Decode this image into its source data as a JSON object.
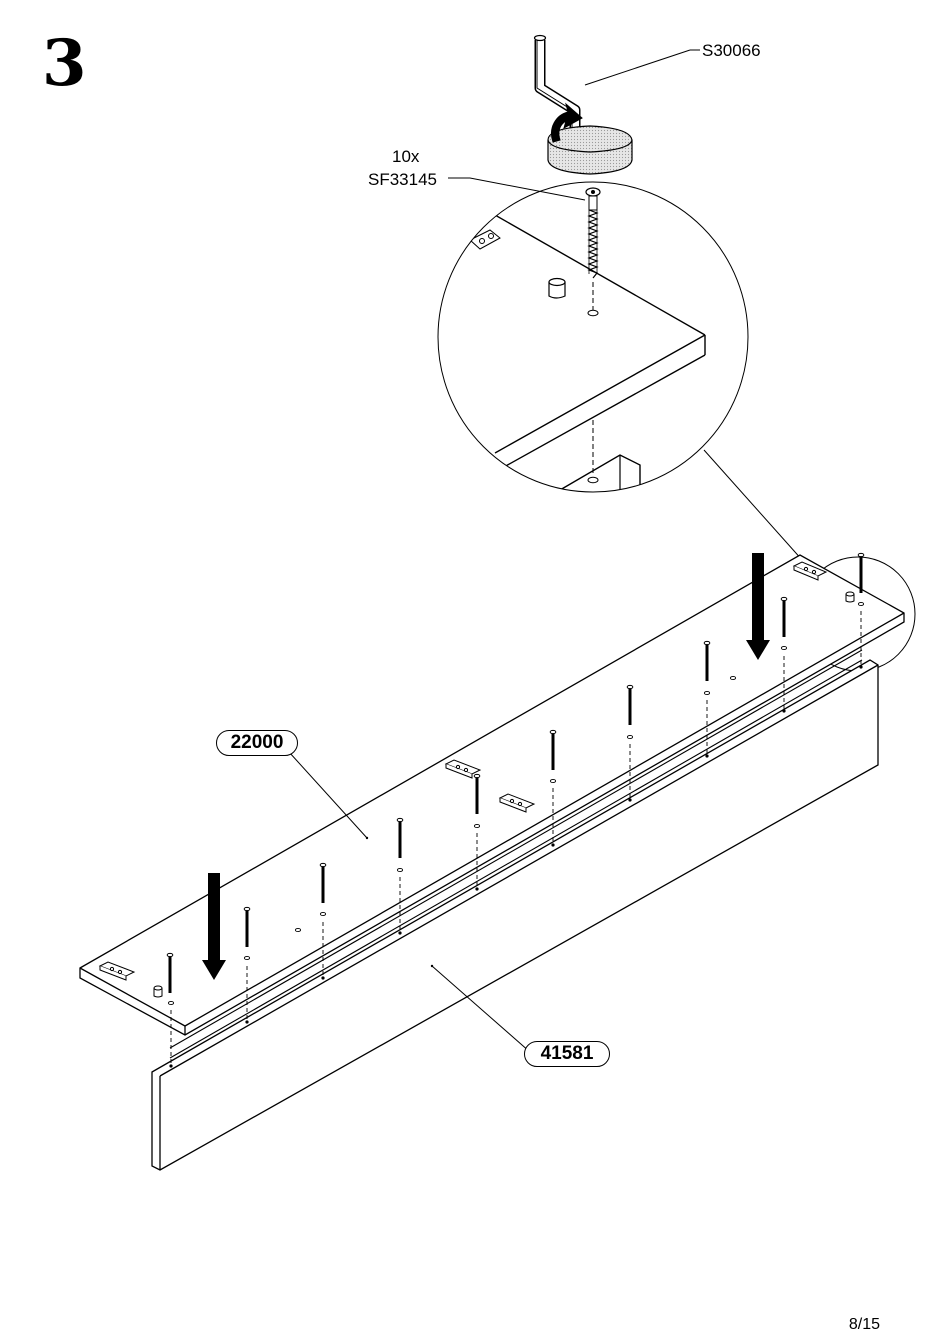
{
  "step": {
    "number": "3"
  },
  "callouts": {
    "tool_part": "S30066",
    "screw_quantity": "10x",
    "screw_part": "SF33145"
  },
  "parts": {
    "shelf_panel": "22000",
    "front_panel": "41581"
  },
  "footer": {
    "page": "8/15"
  },
  "icons": [
    "rotate-arrow-icon",
    "down-arrow-icon",
    "allen-key-icon",
    "screw-icon",
    "dowel-icon",
    "cam-bracket-icon"
  ],
  "colors": {
    "line": "#000000",
    "background": "#ffffff",
    "hatch": "#d9d9d9"
  }
}
